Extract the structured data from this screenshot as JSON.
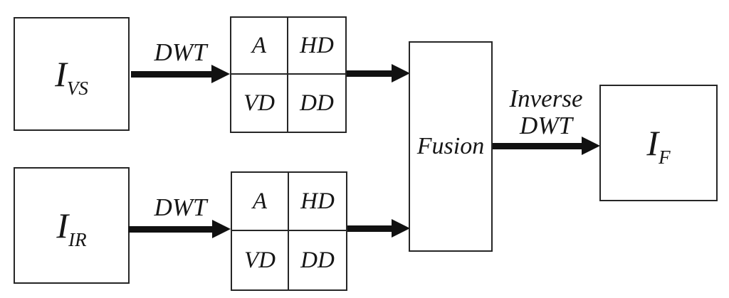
{
  "diagram": {
    "type": "block-diagram",
    "description": "DWT-based visible/infrared image fusion scheme",
    "nodes": {
      "input_vs": {
        "symbol": "I",
        "subscript": "VS"
      },
      "input_ir": {
        "symbol": "I",
        "subscript": "IR"
      },
      "fusion": {
        "label": "Fusion"
      },
      "output_f": {
        "symbol": "I",
        "subscript": "F"
      }
    },
    "grids": {
      "vs": {
        "cells": [
          "A",
          "HD",
          "VD",
          "DD"
        ]
      },
      "ir": {
        "cells": [
          "A",
          "HD",
          "VD",
          "DD"
        ]
      }
    },
    "arrows": {
      "dwt_top": "DWT",
      "dwt_bottom": "DWT",
      "inverse_line1": "Inverse",
      "inverse_line2": "DWT"
    },
    "colors": {
      "line": "#111111",
      "border": "#262626",
      "background": "#ffffff"
    }
  }
}
